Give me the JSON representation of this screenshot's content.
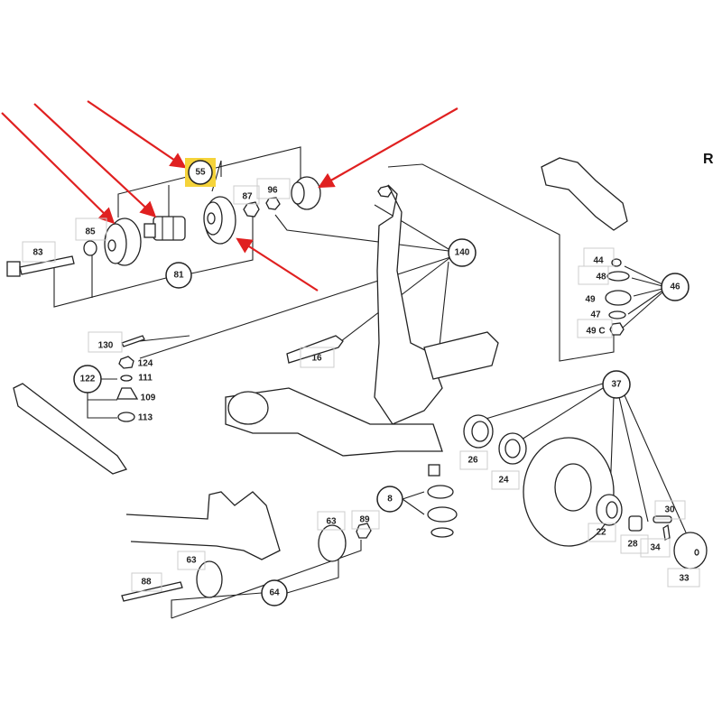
{
  "diagram": {
    "corner_letter": "R",
    "highlight_color": "#f5d33a",
    "arrow_color": "#e02020",
    "callouts": {
      "c55": "55",
      "c85": "85",
      "c83": "83",
      "c81": "81",
      "c87": "87",
      "c96": "96",
      "c140": "140",
      "c130": "130",
      "c124": "124",
      "c122": "122",
      "c111": "111",
      "c109": "109",
      "c113": "113",
      "c16": "16",
      "c44": "44",
      "c48": "48",
      "c49": "49",
      "c47": "47",
      "c49c": "49 C",
      "c46": "46",
      "c37": "37",
      "c26": "26",
      "c24": "24",
      "c8": "8",
      "c22": "22",
      "c28": "28",
      "c30": "30",
      "c34": "34",
      "c33": "33",
      "c63a": "63",
      "c89": "89",
      "c63b": "63",
      "c88": "88",
      "c64": "64"
    }
  }
}
